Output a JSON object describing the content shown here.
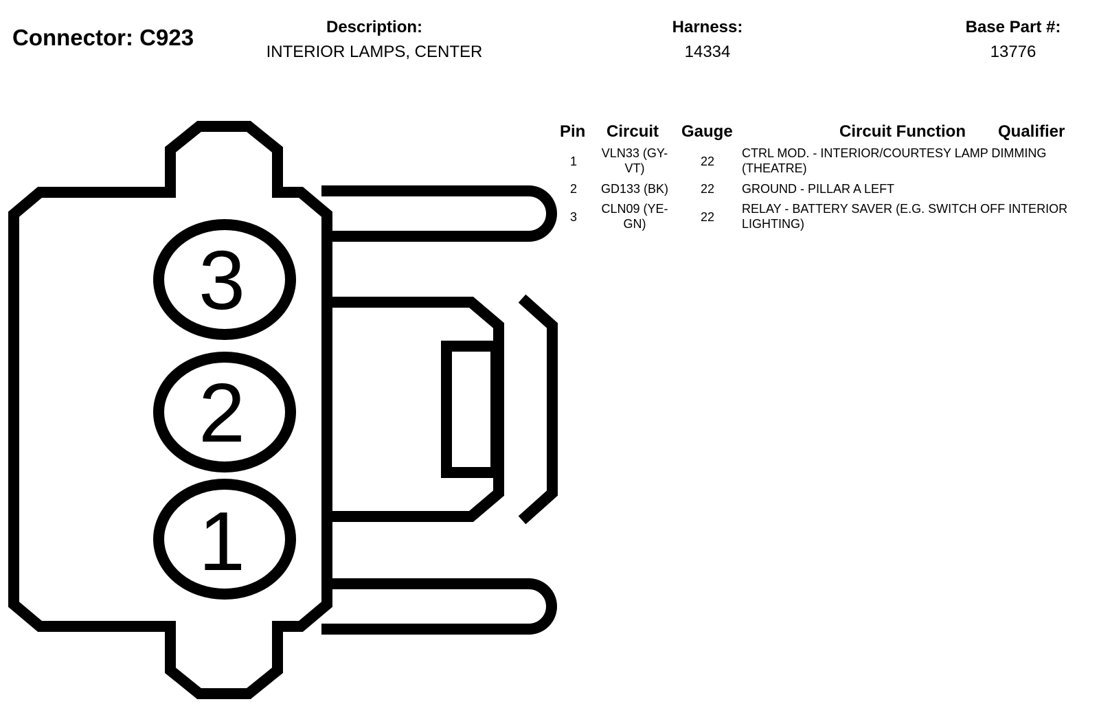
{
  "header": {
    "connector_title": "Connector: C923",
    "description_label": "Description:",
    "description_value": "INTERIOR LAMPS, CENTER",
    "harness_label": "Harness:",
    "harness_value": "14334",
    "base_part_label": "Base Part #:",
    "base_part_value": "13776"
  },
  "table": {
    "headers": {
      "pin": "Pin",
      "circuit": "Circuit",
      "gauge": "Gauge",
      "function": "Circuit Function",
      "qualifier": "Qualifier"
    },
    "rows": [
      {
        "pin": "1",
        "circuit": "VLN33 (GY-VT)",
        "gauge": "22",
        "function": "CTRL MOD. - INTERIOR/COURTESY LAMP DIMMING (THEATRE)",
        "qualifier": ""
      },
      {
        "pin": "2",
        "circuit": "GD133 (BK)",
        "gauge": "22",
        "function": "GROUND - PILLAR A LEFT",
        "qualifier": ""
      },
      {
        "pin": "3",
        "circuit": "CLN09 (YE-GN)",
        "gauge": "22",
        "function": "RELAY - BATTERY SAVER (E.G. SWITCH OFF INTERIOR LIGHTING)",
        "qualifier": ""
      }
    ]
  },
  "diagram": {
    "pin_labels": [
      "3",
      "2",
      "1"
    ]
  }
}
